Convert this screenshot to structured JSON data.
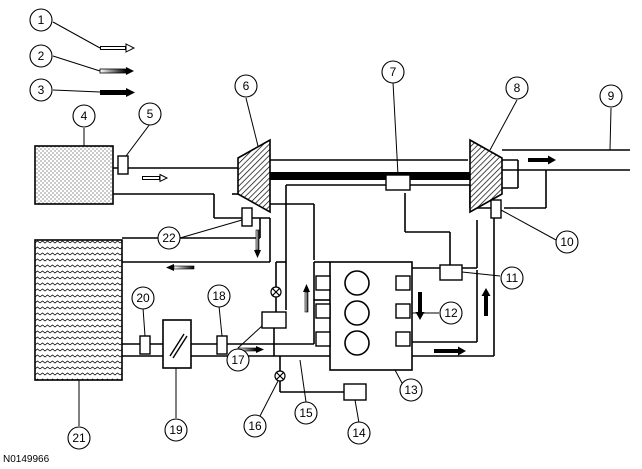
{
  "reference_id": "N0149966",
  "callouts": [
    "1",
    "2",
    "3",
    "4",
    "5",
    "6",
    "7",
    "8",
    "9",
    "10",
    "11",
    "12",
    "13",
    "14",
    "15",
    "16",
    "17",
    "18",
    "19",
    "20",
    "21",
    "22"
  ]
}
